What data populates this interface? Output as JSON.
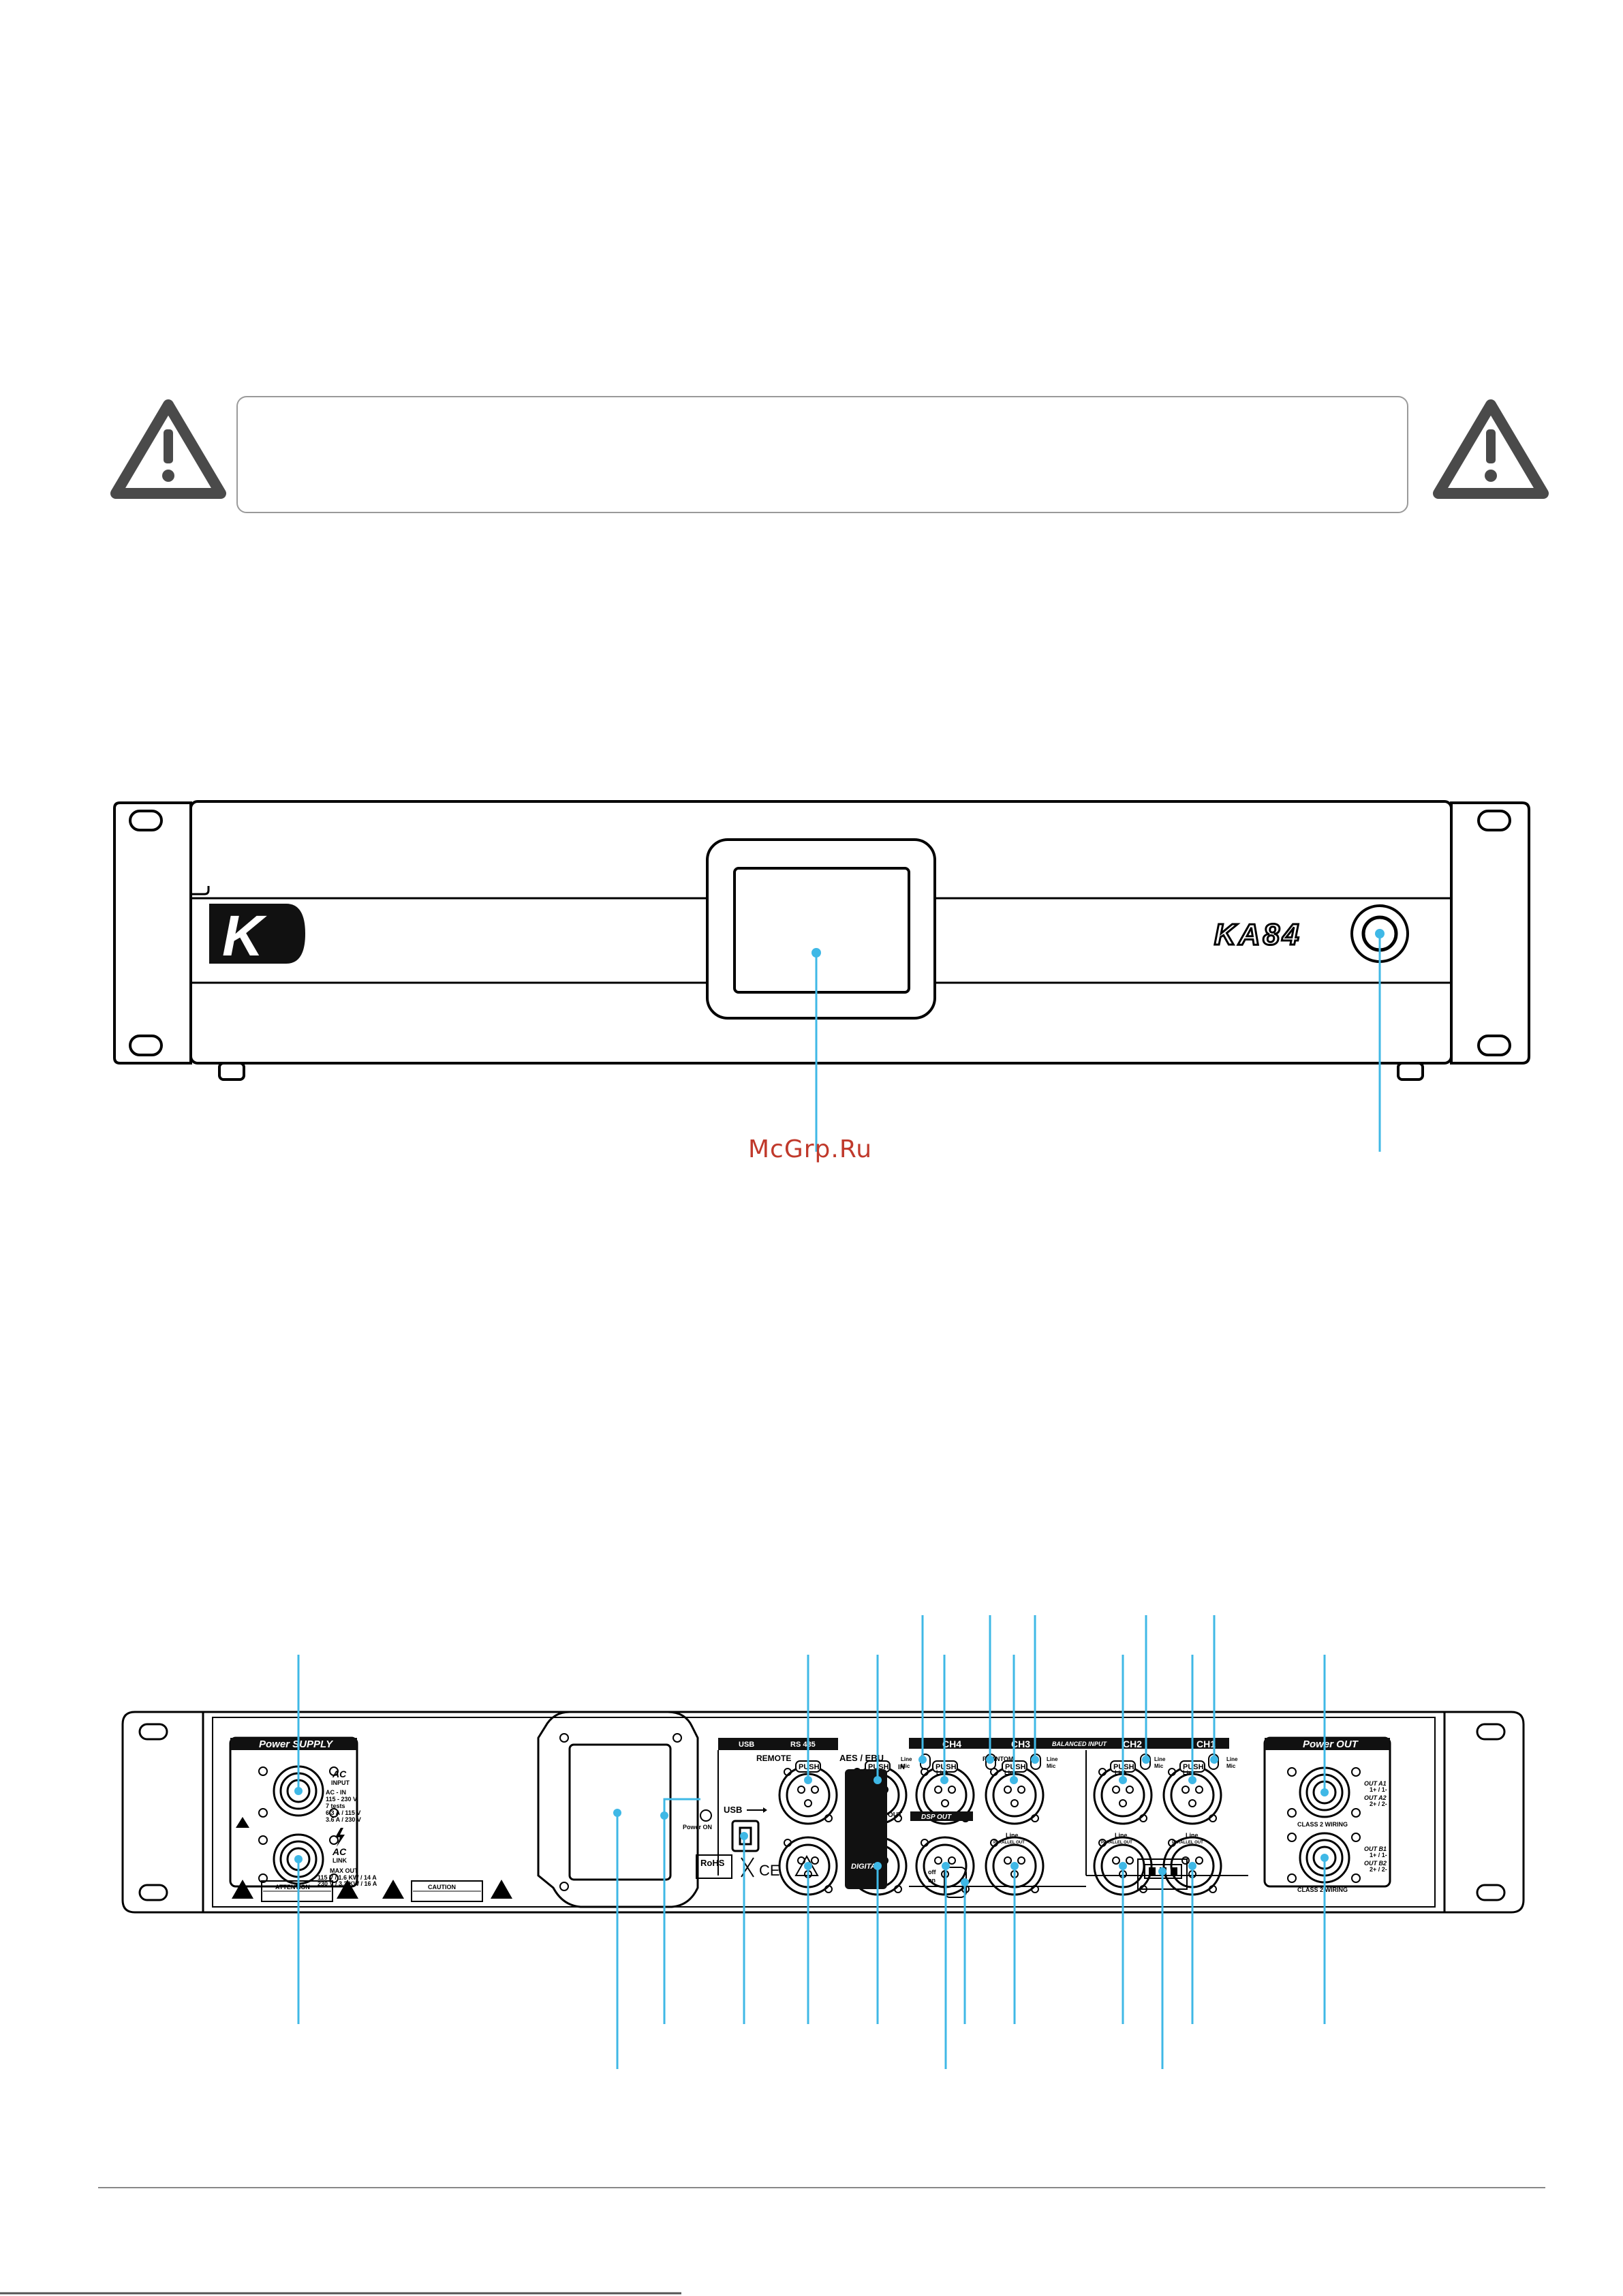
{
  "front_panel": {
    "logo_letter": "K",
    "model_badge": "KA84",
    "watermark": "McGrp.Ru"
  },
  "rear_panel": {
    "power_supply_title": "Power SUPPLY",
    "ac_input_label": "AC",
    "ac_input_sub": "INPUT",
    "ac_input_specs": [
      "AC - IN",
      "115 - 230 V",
      "7 tests",
      "6.3 A / 115 V",
      "3.6 A / 230 V"
    ],
    "ac_link_label": "AC",
    "ac_link_sub": "LINK",
    "ac_link_specs": [
      "MAX OUT",
      "115 V / 1.6 KW / 14 A",
      "230 V / 3.3 KW / 16 A"
    ],
    "attention_label": "ATTENTION",
    "caution_label": "CAUTION",
    "power_on_label": "Power ON",
    "usb_header": "USB",
    "rs485_header": "RS 485",
    "remote_label": "REMOTE",
    "usb_label": "USB",
    "rohs_label": "RoHS",
    "ce_label": "CE",
    "aes_ebu_label": "AES / EBU",
    "in_label": "IN",
    "out_label": "OUT",
    "digital_label": "DIGITAL",
    "dsp_out_label": "DSP OUT",
    "balanced_input_label": "BALANCED INPUT",
    "phantom_label": "PHANTOM",
    "channels": [
      "CH4",
      "CH3",
      "CH2",
      "CH1"
    ],
    "push_label": "PUSH",
    "link_label": "Link",
    "line_label": "Line",
    "mic_label": "Mic",
    "parallel_out_label": "PARALLEL OUT",
    "switch_off": "off",
    "switch_on": "on",
    "power_out_title": "Power OUT",
    "out_a1": "OUT A1",
    "out_a2": "OUT A2",
    "out_b1": "OUT B1",
    "out_b2": "OUT B2",
    "out_pins_1": "1+ / 1-",
    "out_pins_2": "2+ / 2-",
    "class2_label": "CLASS 2 WIRING"
  },
  "colors": {
    "callout": "#3fb8e6",
    "outline": "#000000",
    "watermark": "#c0392b",
    "box_border": "#9a9a9a",
    "panel_black": "#111111"
  },
  "icons": [
    "warning-triangle-icon",
    "usb-icon",
    "weee-bin-icon",
    "ce-mark-icon",
    "power-knob-icon"
  ]
}
